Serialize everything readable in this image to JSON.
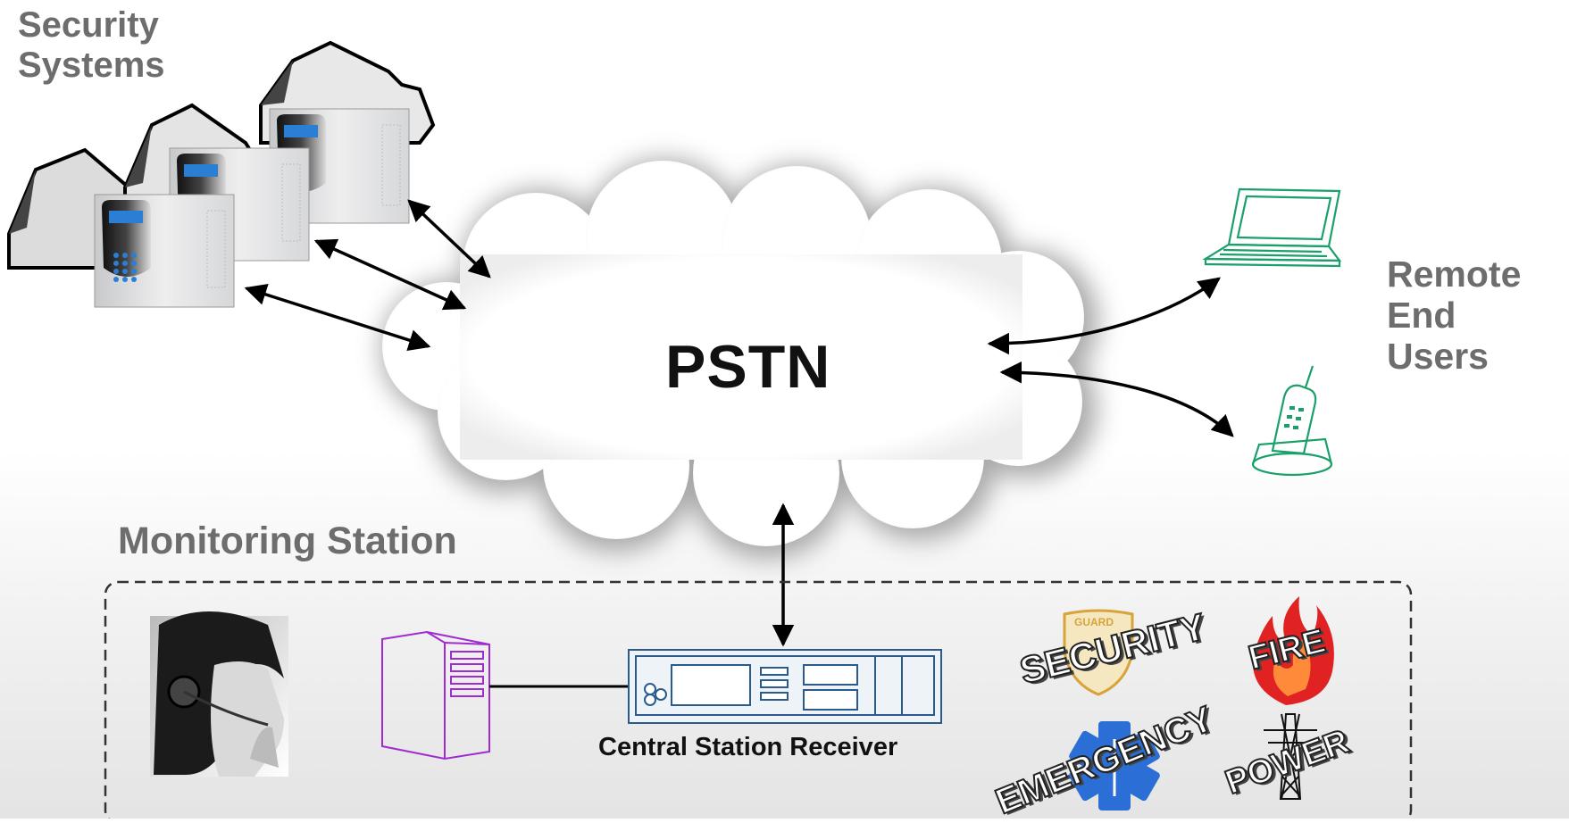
{
  "labels": {
    "security_systems": "Security\nSystems",
    "remote_end_users": "Remote\nEnd\nUsers",
    "monitoring_station": "Monitoring Station",
    "pstn": "PSTN",
    "central_station_receiver": "Central Station Receiver"
  },
  "service_stamps": {
    "guard": "GUARD",
    "security": "SECURITY",
    "fire": "FIRE",
    "emergency": "EMERGENCY",
    "power": "POWER"
  },
  "icons": {
    "houses": "house-icon",
    "alarm_panels": "alarm-panel-icon",
    "cloud": "cloud-icon",
    "laptop": "laptop-icon",
    "phone": "cordless-phone-icon",
    "operator": "operator-headset-icon",
    "server": "server-tower-icon",
    "receiver": "rack-receiver-icon"
  },
  "colors": {
    "label_gray": "#6d6d6d",
    "laptop_green": "#1aa06a",
    "server_purple": "#a02bd1",
    "receiver_blue": "#2a5b8c",
    "panel_lcd": "#2a7fd4"
  }
}
